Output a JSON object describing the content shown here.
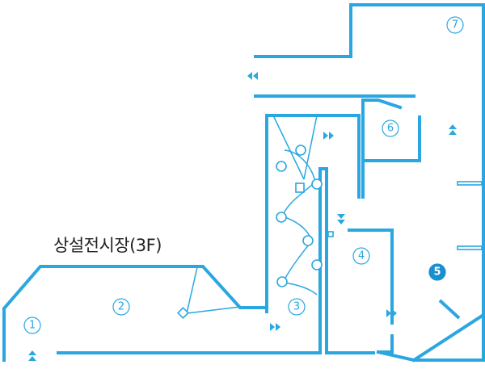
{
  "venue_label": "상설전시장(3F)",
  "colors": {
    "wall": "#2aa7e0",
    "highlight": "#1a8fd0",
    "text": "#222222"
  },
  "zones": [
    {
      "id": "1",
      "label": "1",
      "highlighted": false
    },
    {
      "id": "2",
      "label": "2",
      "highlighted": false
    },
    {
      "id": "3",
      "label": "3",
      "highlighted": false
    },
    {
      "id": "4",
      "label": "4",
      "highlighted": false
    },
    {
      "id": "5",
      "label": "5",
      "highlighted": true
    },
    {
      "id": "6",
      "label": "6",
      "highlighted": false
    },
    {
      "id": "7",
      "label": "7",
      "highlighted": false
    }
  ],
  "arrows": [
    {
      "id": "left-top",
      "direction": "left"
    },
    {
      "id": "right-upper",
      "direction": "right"
    },
    {
      "id": "up-right-area",
      "direction": "up"
    },
    {
      "id": "down-center",
      "direction": "down"
    },
    {
      "id": "right-lower-center",
      "direction": "right"
    },
    {
      "id": "right-lower-mid",
      "direction": "right"
    },
    {
      "id": "up-bottom-left",
      "direction": "up"
    }
  ]
}
